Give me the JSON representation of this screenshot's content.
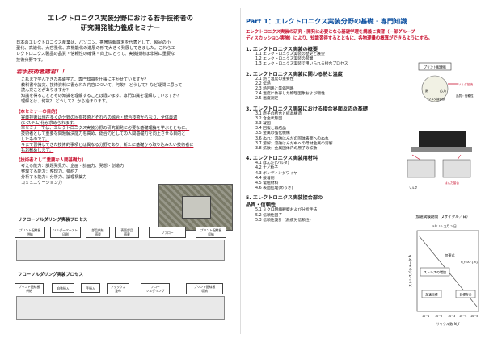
{
  "left": {
    "title_line1": "エレクトロニクス実装分野における若手技術者の",
    "title_line2": "研究開発能力養成セミナー",
    "intro_lines": [
      "日本のエレクトロニクス産業は、パソコン、携帯情報端末を代表として、製品の小",
      "型化、高速化、大容量化、高機能化の進展の形で大きく発展してきました。これらエ",
      "レクトロニクス製品の品質・信頼性の確保・向上にとって、実装技術は非常に重要な",
      "技術分野です。"
    ],
    "call_title": "若手技術者諸君！！",
    "call_lines": [
      "これまで学んできた基礎学力、専門知識を仕事に生かせていますか？",
      "教科書や論文、技術資料に書かれた内容について、何故？ どうして？など疑問に思って",
      "読んだことがありますか？",
      "知識を得ることとその知識を理解することは違います。専門知識を理解していますか？",
      "理解とは、何故？ どうして？ から始まります。"
    ],
    "aim_title": "【本セミナーの目的】",
    "aim_lines": [
      "実装技術は現在多くの分野の固有技術とそれらの融合・統合技術からなり、全体最適",
      "(システム)化が求められます。",
      "本セミナーでは、エレクトロニクス実装分野の研究開発に必要な基礎理論を学ぶとともに、",
      "技術者として重要な問題解決能力を高め、総合力としての人間基礎力を向上させる目的と",
      "したものです。",
      "今まで習得してきた技術的事項とは異なる分野であり、新たに基礎から取り込みたい技術者に",
      "もお勧めします。"
    ],
    "human_title": "【技術者として重要な人間基礎力】",
    "human_lines": [
      "考える能力：課題発見力、企画・計画力、発想・創造力",
      "整理する能力：整理力、要約力",
      "分析する能力：分析力、論理構築力",
      "コミュニケーション力"
    ],
    "reflow_title": "リフローソルダリング実装プロセス",
    "reflow_boxes": [
      "プリント配線板\n供給",
      "ソルダーペースト\n印刷",
      "部品供給\n搭載",
      "表面部品\n搭載",
      "リフロー",
      "プリント配線板\n収納"
    ],
    "flow_title": "フローソルダリング実装プロセス",
    "flow_boxes": [
      "プリント配線板\n供給",
      "自動挿入",
      "手挿入",
      "フラックス\n塗布",
      "フロー\nソルダリング",
      "プリント配線板\n収納"
    ]
  },
  "right": {
    "part_title": "Part 1：エレクトロニクス実装分野の基礎・専門知識",
    "part_intro_lines": [
      "エレクトロニクス実装の研究・開発に必要となる基礎学理を講義と演習（一部グループ",
      "ディスカッション実施）により、知識習得するとともに、各物理量の概算ができるようにする。"
    ],
    "sections": [
      {
        "title": "1. エレクトロニクス実装の概要",
        "items": [
          "1.1 エレクトロニクス実装の歴史と展望",
          "1.2 エレクトロニクス実装の階層",
          "1.3 エレクトロニクス実装で用いられる接合プロセス"
        ]
      },
      {
        "title": "2. エレクトロニクス実装に関わる熱と温度",
        "items": [
          "2.1 熱と温度の重要性",
          "2.2 伝熱",
          "2.3 熱回路と等価回路",
          "2.4 温度に依存した物理因象および物性",
          "2.5 温度測定"
        ]
      },
      {
        "title": "3. エレクトロニクス実装における接合界面反応の基礎",
        "items": [
          "3.1 原子の結合と結晶構造",
          "3.2 合金状態図",
          "3.3 凝固",
          "3.4 回復と再結晶",
          "3.5 金属の強化機構",
          "3.6 ぬれ：溶融はんだの固体表面へのぬれ",
          "3.7 溶解：溶融はんだ中への母材金属の溶解",
          "3.8 拡散：金属固体内の原子の拡散"
        ]
      },
      {
        "title": "4. エレクトロニクス実装用材料",
        "items": [
          "4.1 はんだ(ソルダ)",
          "4.2 ナノ粒子",
          "4.3 ボンディングワイヤ",
          "4.4 接着剤",
          "4.5 電極材料",
          "4.6 表面処理(めっき)"
        ]
      },
      {
        "title": "5. エレクトロニクス実装接合部の\n品質・信頼性",
        "items": [
          "5.1 ミクロ組織観察および分析手法",
          "5.2 信頼性因子",
          "5.3 信頼性設計（熱疲労信頼性）"
        ]
      }
    ],
    "diagram_labels": {
      "triangle_top": "プリント配線板",
      "triangle_left": "熱",
      "triangle_right": "応力",
      "bottom_lbl": "ソルダ",
      "joint": "ソルダ接続",
      "lead": "はんだ接合",
      "iso": "ソルダ接合部",
      "reliability": "品質・信頼性"
    },
    "graph": {
      "title": "加速試験期間（2サイクル／日）",
      "top_axis": "5年  10 力月  2 日",
      "curve_label": "加速式",
      "formula": "N_f=A^{-n}",
      "stress_label": "ストレスの増加",
      "box_accel": "加速目標",
      "box_target": "目標寿命",
      "y_label": "ストレスパラメータ A",
      "x_label": "サイクル数 N_f",
      "x_ticks": [
        "10^1",
        "10^2",
        "10^3",
        "10^4",
        "10^5"
      ]
    }
  }
}
